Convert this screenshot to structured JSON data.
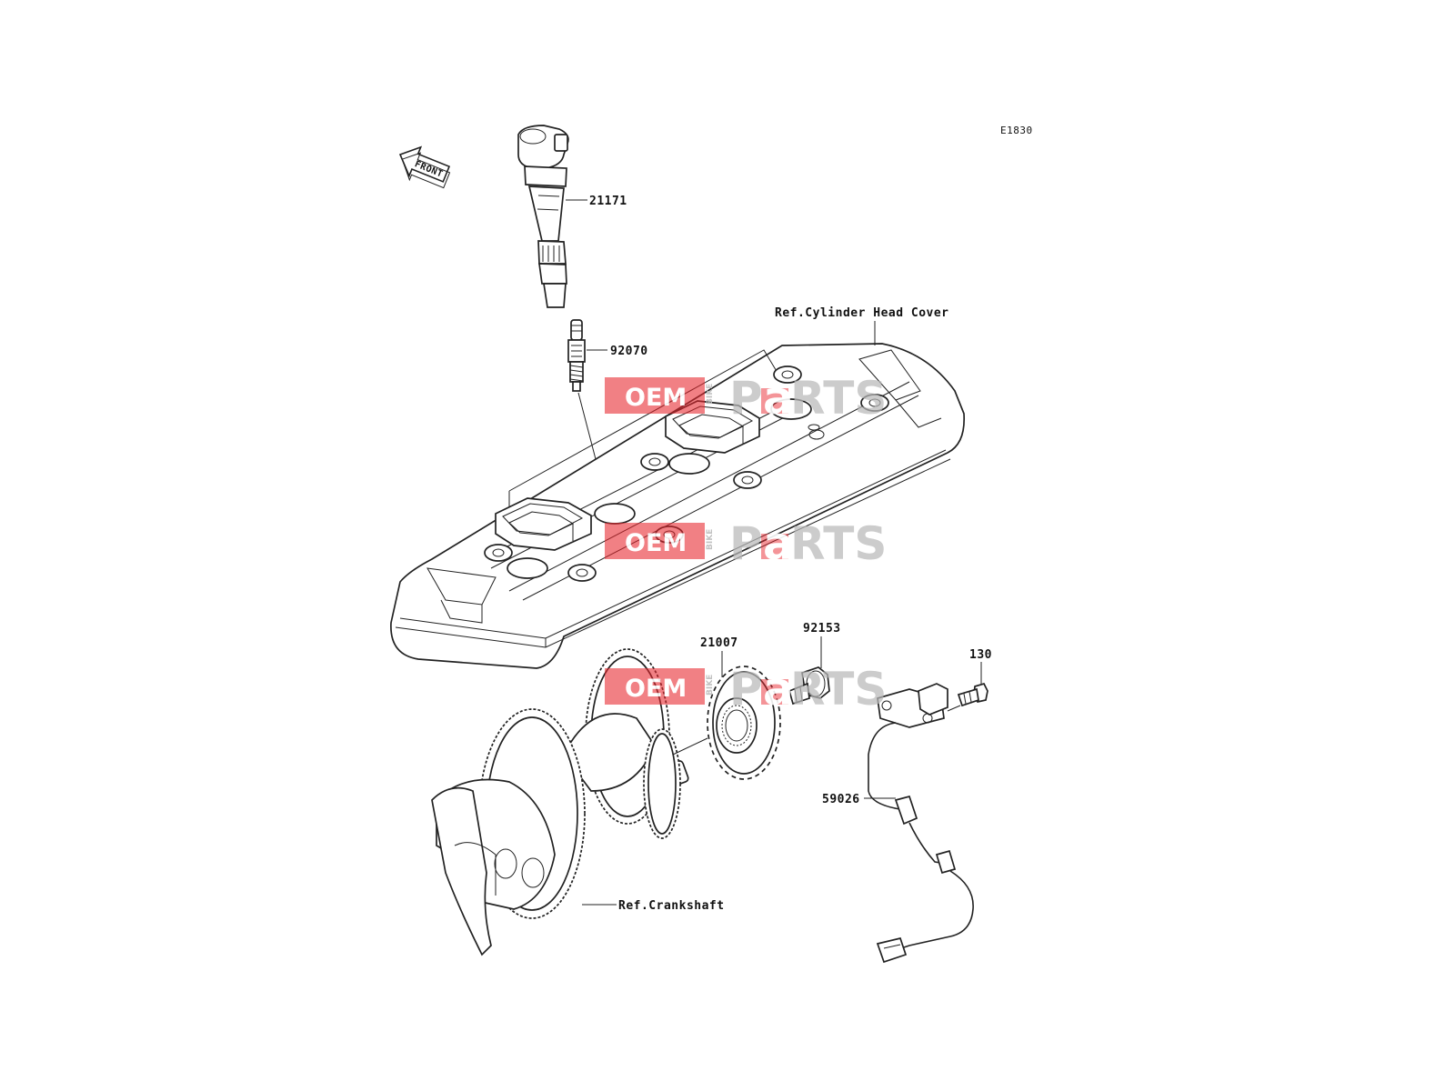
{
  "diagram": {
    "code": "E1830",
    "front_label": "FRONT",
    "labels": {
      "ignition_coil": "21171",
      "spark_plug": "92070",
      "cylinder_head_cover_ref": "Ref.Cylinder Head Cover",
      "timing_rotor": "21007",
      "bolt": "92153",
      "sensor_bolt": "130",
      "crank_sensor": "59026",
      "crankshaft_ref": "Ref.Crankshaft"
    }
  },
  "watermark": {
    "oem": "OEM",
    "bike": "BIKE",
    "parts_p": "P",
    "parts_a": "a",
    "parts_rts": "RTS",
    "colors": {
      "red": "#e8262d",
      "gray": "#b8b8b8"
    }
  }
}
